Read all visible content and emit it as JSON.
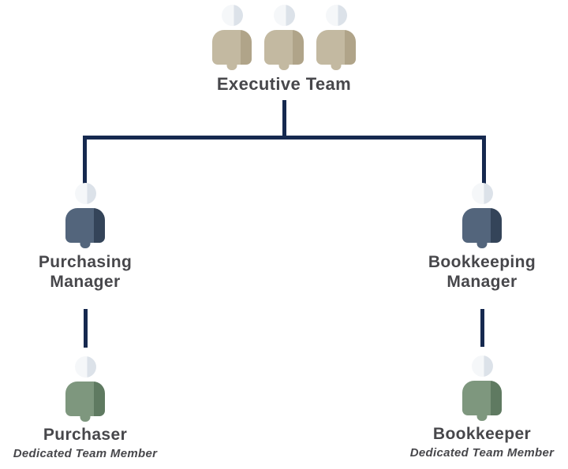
{
  "diagram": {
    "type": "org-chart",
    "edges": [
      [
        "Executive Team",
        "Purchasing Manager"
      ],
      [
        "Executive Team",
        "Bookkeeping Manager"
      ],
      [
        "Purchasing Manager",
        "Purchaser"
      ],
      [
        "Bookkeeping Manager",
        "Bookkeeper"
      ]
    ]
  },
  "nodes": {
    "executive": {
      "label": "Executive Team",
      "member_icons": 3,
      "icon_color_name": "tan"
    },
    "purchasingManager": {
      "label": "Purchasing\nManager",
      "member_icons": 1,
      "icon_color_name": "slate-blue"
    },
    "bookkeepingManager": {
      "label": "Bookkeeping\nManager",
      "member_icons": 1,
      "icon_color_name": "slate-blue"
    },
    "purchaser": {
      "label": "Purchaser",
      "subtitle": "Dedicated Team Member",
      "member_icons": 1,
      "icon_color_name": "sage-green"
    },
    "bookkeeper": {
      "label": "Bookkeeper",
      "subtitle": "Dedicated Team Member",
      "member_icons": 1,
      "icon_color_name": "sage-green"
    }
  },
  "colors": {
    "background": "#ffffff",
    "connector": "#16294f",
    "label_text": "#47474b",
    "head_main": "#f5f7f9",
    "head_shade": "#dce2e9",
    "executive_icon_main": "#c3b9a1",
    "executive_icon_shade": "#b0a489",
    "manager_icon_main": "#53657c",
    "manager_icon_shade": "#344459",
    "staff_icon_main": "#7e977e",
    "staff_icon_shade": "#5f7a61"
  }
}
